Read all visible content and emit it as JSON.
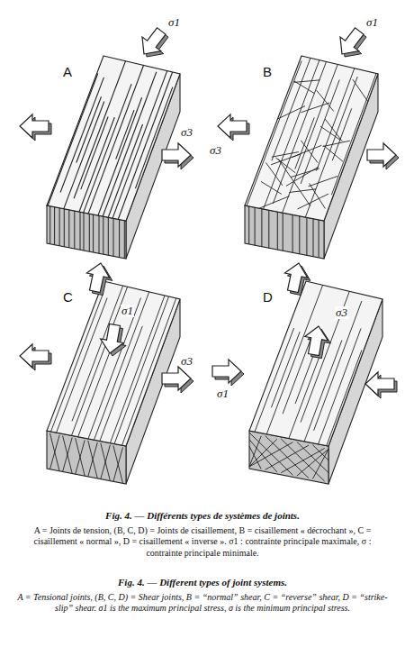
{
  "diagram": {
    "labels": [
      "A",
      "σ1",
      "σ3",
      "B",
      "σ1",
      "σ3",
      "C",
      "σ1",
      "σ3",
      "D",
      "σ3",
      "σ1",
      "Fig. 4. — Différents types de systèmes de joints.",
      "A = Joints de tension, (B, C, D) = Joints de cisaillement, B = cisaillement « décrochant », C = cisaillement « normal », D = cisaillement « inverse ». σ1 : contrainte principale maximale, σ : contrainte principale minimale.",
      "Fig. 4. — Different types of joint systems.",
      "A = Tensional joints, (B, C, D) = Shear joints, B = “normal” shear, C = “reverse” shear, D = “strike-slip” shear. σ1 is the maximum principal stress, σ is the minimum principal stress."
    ]
  }
}
